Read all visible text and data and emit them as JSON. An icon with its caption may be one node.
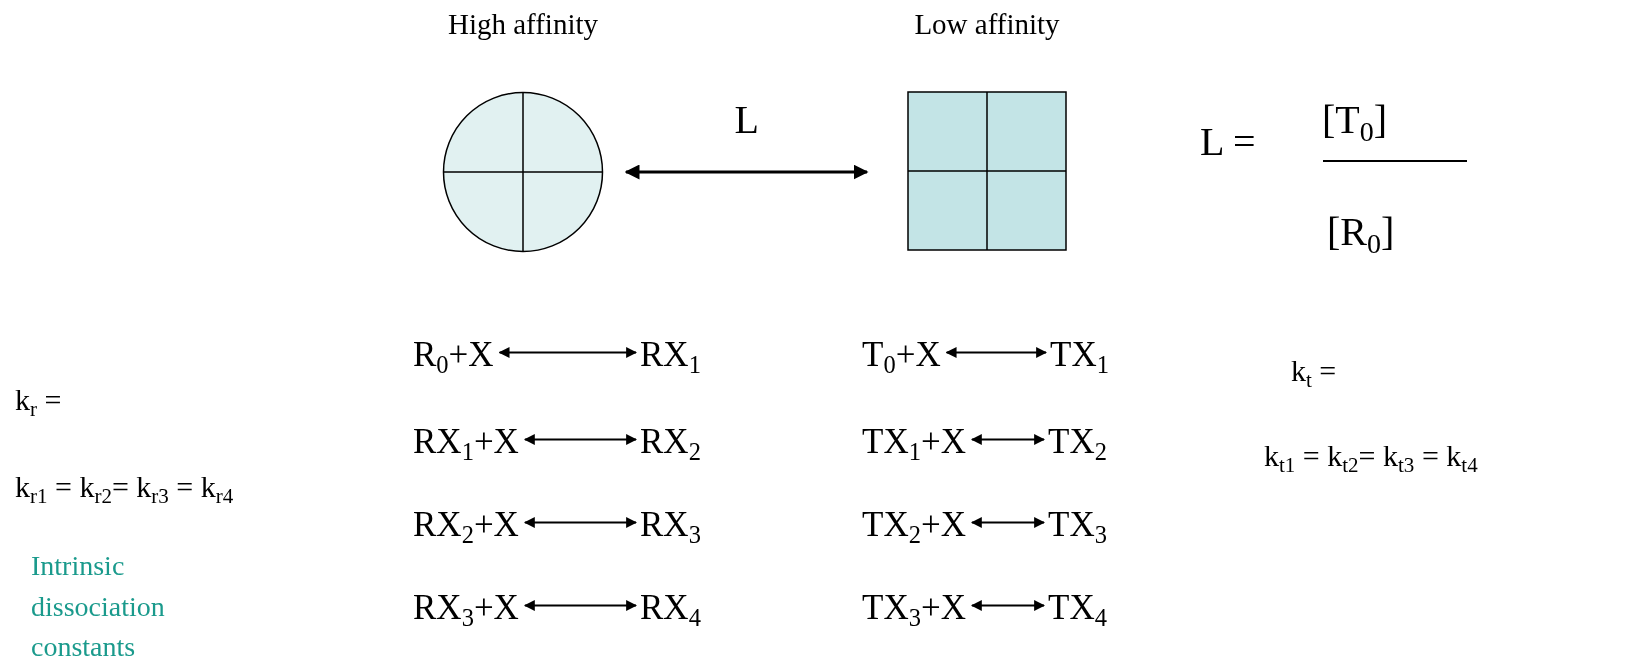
{
  "diagram": {
    "nodes": [
      {
        "text": [
          "High affinity"
        ]
      },
      {
        "text": [
          "Low affinity"
        ]
      },
      {
        "text": [
          "R$_{0}$+X"
        ]
      },
      {
        "text": [
          "RX$_{1}$"
        ]
      },
      {
        "text": [
          "T$_{0}$+X"
        ]
      },
      {
        "text": [
          "TX$_{1}$"
        ]
      },
      {
        "text": [
          "RX$_{1}$+X"
        ]
      },
      {
        "text": [
          "RX$_{2}$"
        ]
      },
      {
        "text": [
          "TX$_{1}$+X"
        ]
      },
      {
        "text": [
          "TX$_{2}$"
        ]
      },
      {
        "text": [
          "RX$_{2}$+X"
        ]
      },
      {
        "text": [
          "RX$_{3}$"
        ]
      },
      {
        "text": [
          "TX$_{2}$+X"
        ]
      },
      {
        "text": [
          "TX$_{3}$"
        ]
      },
      {
        "text": [
          "RX$_{3}$+X"
        ]
      },
      {
        "text": [
          "RX$_{4}$"
        ]
      },
      {
        "text": [
          "TX$_{3}$+X"
        ]
      },
      {
        "text": [
          "TX$_{4}$"
        ]
      }
    ],
    "edges": [
      {
        "from": 0,
        "to": 1,
        "arrow": "both",
        "label": "L"
      },
      {
        "from": 2,
        "to": 3,
        "arrow": "both"
      },
      {
        "from": 4,
        "to": 5,
        "arrow": "both"
      },
      {
        "from": 6,
        "to": 7,
        "arrow": "both"
      },
      {
        "from": 8,
        "to": 9,
        "arrow": "both"
      },
      {
        "from": 10,
        "to": 11,
        "arrow": "both"
      },
      {
        "from": 12,
        "to": 13,
        "arrow": "both"
      },
      {
        "from": 14,
        "to": 15,
        "arrow": "both"
      },
      {
        "from": 16,
        "to": 17,
        "arrow": "both"
      }
    ],
    "labels": [
      "L =",
      "[T$_{0}$]",
      "[R$_{0}$]",
      "k$_{r}$ =",
      "k$_{r1}$ = k$_{r2}$= k$_{r3}$ = k$_{r4}$",
      "Intrinsic dissociation constants",
      "k$_{t}$ =",
      "k$_{t1}$ = k$_{t2}$= k$_{t3}$ = k$_{t4}$"
    ]
  }
}
